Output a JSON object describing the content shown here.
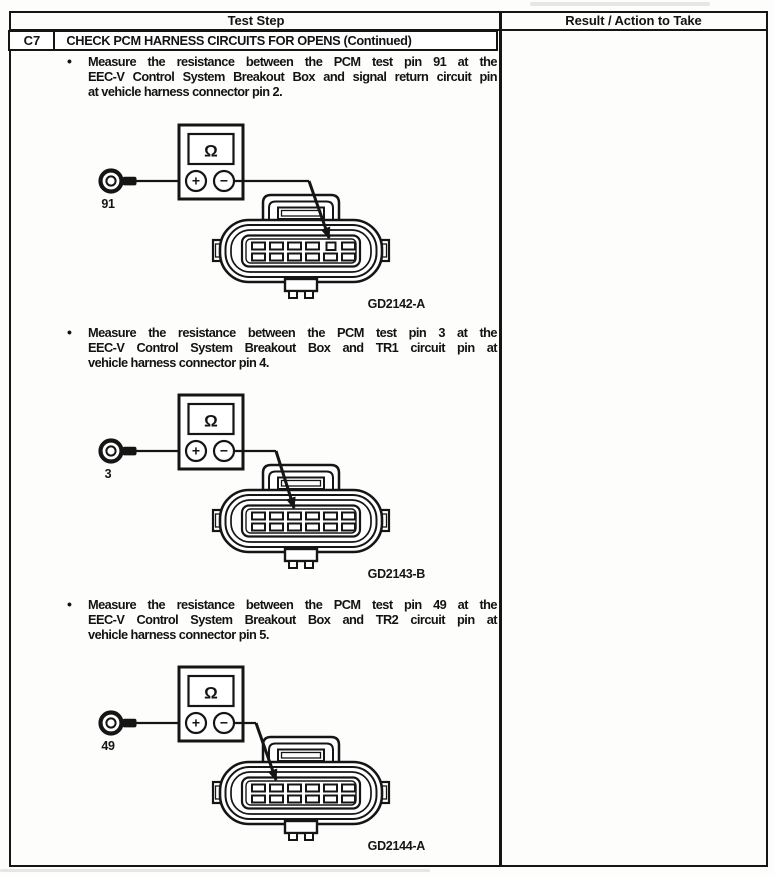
{
  "table_header": {
    "left": "Test Step",
    "right": "Result / Action to Take"
  },
  "step_header": {
    "id": "C7",
    "title": "CHECK PCM HARNESS CIRCUITS FOR OPENS (Continued)"
  },
  "bullet_char": "•",
  "meter": {
    "ohm_symbol": "Ω",
    "plus": "+",
    "minus": "−"
  },
  "steps": [
    {
      "instruction_lines": [
        "Measure the resistance between the PCM test pin 91 at the",
        "EEC-V Control System Breakout Box and signal return circuit pin",
        "at vehicle harness connector pin 2."
      ],
      "lead_pin_label": "91",
      "figure_label": "GD2142-A",
      "arrow_target": "harness connector pin 2 (top row, 5th cavity from left)"
    },
    {
      "instruction_lines": [
        "Measure the resistance between the PCM test pin 3 at the",
        "EEC-V Control System Breakout Box and TR1 circuit pin at",
        "vehicle harness connector pin 4."
      ],
      "lead_pin_label": "3",
      "figure_label": "GD2143-B",
      "arrow_target": "harness connector pin 4 (top row, 3rd cavity from left)"
    },
    {
      "instruction_lines": [
        "Measure the resistance between the PCM test pin 49 at the",
        "EEC-V Control System Breakout Box and TR2 circuit pin at",
        "vehicle harness connector pin 5."
      ],
      "lead_pin_label": "49",
      "figure_label": "GD2144-A",
      "arrow_target": "harness connector pin 5 (top row, 2nd cavity from left)"
    }
  ],
  "result_column": {
    "content": ""
  }
}
